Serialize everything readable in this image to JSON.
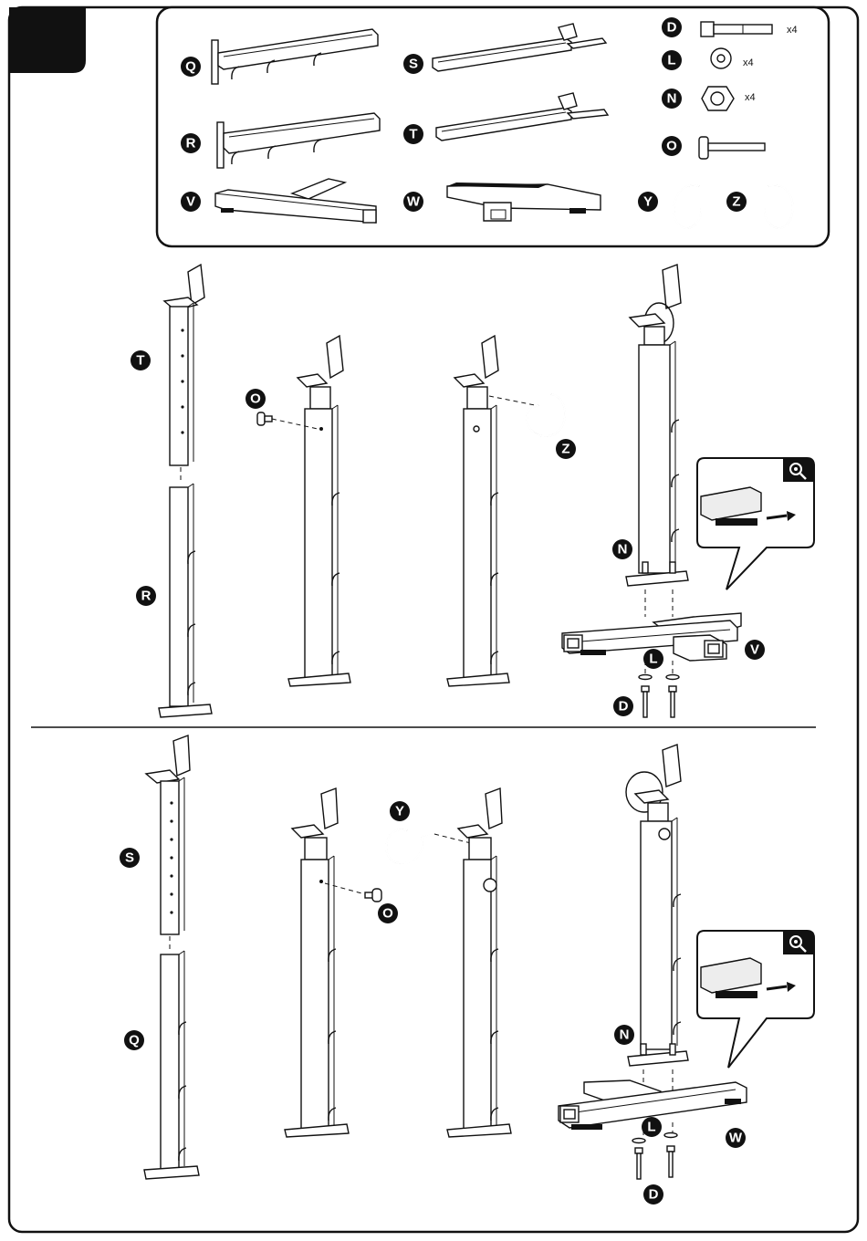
{
  "parts": {
    "Q": "Q",
    "R": "R",
    "S": "S",
    "T": "T",
    "V": "V",
    "W": "W",
    "D": "D",
    "L": "L",
    "N": "N",
    "O": "O",
    "Y": "Y",
    "Z": "Z"
  },
  "hardware": {
    "D_qty": "x4",
    "L_qty": "x4",
    "N_qty": "x4"
  },
  "steps": {
    "step1": {
      "t": "T",
      "r": "R",
      "o": "O",
      "z": "Z",
      "n": "N",
      "v": "V",
      "l": "L",
      "d": "D"
    },
    "step2": {
      "s": "S",
      "q": "Q",
      "y": "Y",
      "o": "O",
      "n": "N",
      "w": "W",
      "l": "L",
      "d": "D"
    }
  },
  "icons": {
    "zoom": "magnifier-eye-icon"
  }
}
